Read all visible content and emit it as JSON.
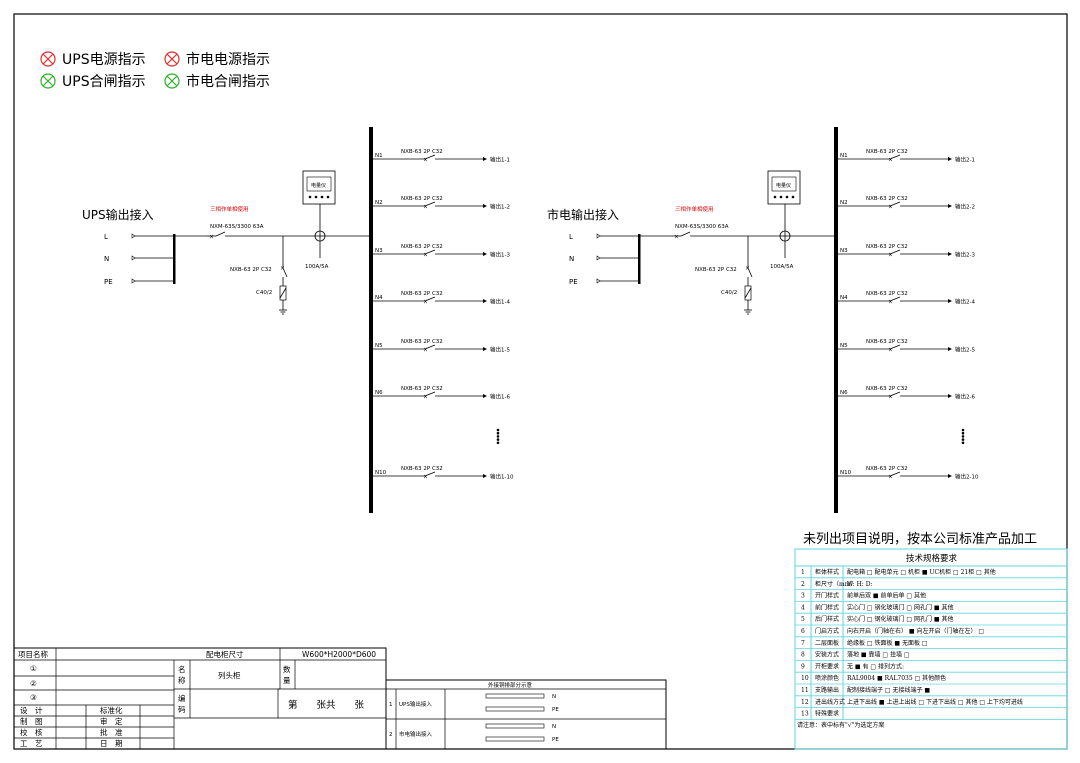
{
  "legend": {
    "ups_power": "UPS电源指示",
    "mains_power": "市电电源指示",
    "ups_close": "UPS合闸指示",
    "mains_close": "市电合闸指示",
    "colors": {
      "power": "#e0302a",
      "close": "#30b030"
    }
  },
  "left": {
    "title": "UPS输出接入",
    "terminals": [
      "L",
      "N",
      "PE"
    ],
    "red_note": "三相作单相使用",
    "main_breaker": "NXM-63S/3300 63A",
    "meter_label": "电量仪",
    "ct_label": "100A/5A",
    "spd_breaker": "NXB-63 2P C32",
    "spd_label": "C40/2",
    "circuits": [
      {
        "n": "N1",
        "breaker": "NXB-63 2P C32",
        "out": "输出1-1"
      },
      {
        "n": "N2",
        "breaker": "NXB-63 2P C32",
        "out": "输出1-2"
      },
      {
        "n": "N3",
        "breaker": "NXB-63 2P C32",
        "out": "输出1-3"
      },
      {
        "n": "N4",
        "breaker": "NXB-63 2P C32",
        "out": "输出1-4"
      },
      {
        "n": "N5",
        "breaker": "NXB-63 2P C32",
        "out": "输出1-5"
      },
      {
        "n": "N6",
        "breaker": "NXB-63 2P C32",
        "out": "输出1-6"
      },
      {
        "n": "N10",
        "breaker": "NXB-63 2P C32",
        "out": "输出1-10"
      }
    ]
  },
  "right": {
    "title": "市电输出接入",
    "terminals": [
      "L",
      "N",
      "PE"
    ],
    "red_note": "三相作单相使用",
    "main_breaker": "NXM-63S/3300 63A",
    "meter_label": "电量仪",
    "ct_label": "100A/5A",
    "spd_breaker": "NXB-63 2P C32",
    "spd_label": "C40/2",
    "circuits": [
      {
        "n": "N1",
        "breaker": "NXB-63 2P C32",
        "out": "输出2-1"
      },
      {
        "n": "N2",
        "breaker": "NXB-63 2P C32",
        "out": "输出2-2"
      },
      {
        "n": "N3",
        "breaker": "NXB-63 2P C32",
        "out": "输出2-3"
      },
      {
        "n": "N4",
        "breaker": "NXB-63 2P C32",
        "out": "输出2-4"
      },
      {
        "n": "N5",
        "breaker": "NXB-63 2P C32",
        "out": "输出2-5"
      },
      {
        "n": "N6",
        "breaker": "NXB-63 2P C32",
        "out": "输出2-6"
      },
      {
        "n": "N10",
        "breaker": "NXB-63 2P C32",
        "out": "输出2-10"
      }
    ]
  },
  "note": "未列出项目说明，按本公司标准产品加工",
  "spec": {
    "title": "技术规格要求",
    "rows": [
      {
        "no": "1",
        "name": "柜体样式",
        "content": "配电箱 □   配电单元 □   机柜 ■   UC机柜 □   21柜 □   其他"
      },
      {
        "no": "2",
        "name": "柜尺寸（mm）",
        "content": "W:            H:            D:"
      },
      {
        "no": "3",
        "name": "开门样式",
        "content": "前单后双 ■      前单后单 □      其他"
      },
      {
        "no": "4",
        "name": "前门样式",
        "content": "实心门 □   钢化玻璃门 □   网孔门 ■   其他"
      },
      {
        "no": "5",
        "name": "后门样式",
        "content": "实心门 □   钢化玻璃门 □   网孔门 ■   其他"
      },
      {
        "no": "6",
        "name": "门启方式",
        "content": "向右开启（门轴在右） ■   向左开启（门轴在左） □"
      },
      {
        "no": "7",
        "name": "二层面板",
        "content": "绝缘板 □     铁面板 ■     无面板 □"
      },
      {
        "no": "8",
        "name": "安装方式",
        "content": "落地 ■       靠墙 □       挂墙 □"
      },
      {
        "no": "9",
        "name": "开柜要求",
        "content": "无      ■          有 □ 排列方式:"
      },
      {
        "no": "10",
        "name": "喷涂颜色",
        "content": "RAL9004 ■    RAL7035 □    其他颜色"
      },
      {
        "no": "11",
        "name": "支路输出",
        "content": "配制接线端子 □   无接线端子 ■"
      },
      {
        "no": "12",
        "name": "进出线方式",
        "content": "上进下出线 ■   上进上出线 □   下进下出线 □   其他 □   上下均可进线"
      },
      {
        "no": "13",
        "name": "特殊要求",
        "content": ""
      }
    ],
    "footer": "请注意：表中标有\"√\"为选定方案"
  },
  "title_block": {
    "project_name_label": "项目名称",
    "rev1": "①",
    "rev2": "②",
    "rev3": "③",
    "design": "设　计",
    "draw": "制　图",
    "check": "校　核",
    "craft": "工　艺",
    "standard": "标准化",
    "review": "审　定",
    "approve": "批　准",
    "date": "日　期",
    "cabinet_size_label": "配电柜尺寸",
    "cabinet_size": "W600*H2000*D600",
    "name_label_1": "名",
    "name_label_2": "称",
    "name_value": "列头柜",
    "qty_label_1": "数",
    "qty_label_2": "量",
    "code_label_1": "编",
    "code_label_2": "码",
    "sheet": "第　　张共　　张"
  },
  "copper": {
    "title": "外接铜排部分示意",
    "rows": [
      {
        "no": "1",
        "name": "UPS输出接入",
        "b1": "N",
        "b2": "PE"
      },
      {
        "no": "2",
        "name": "市电输出接入",
        "b1": "N",
        "b2": "PE"
      }
    ]
  }
}
